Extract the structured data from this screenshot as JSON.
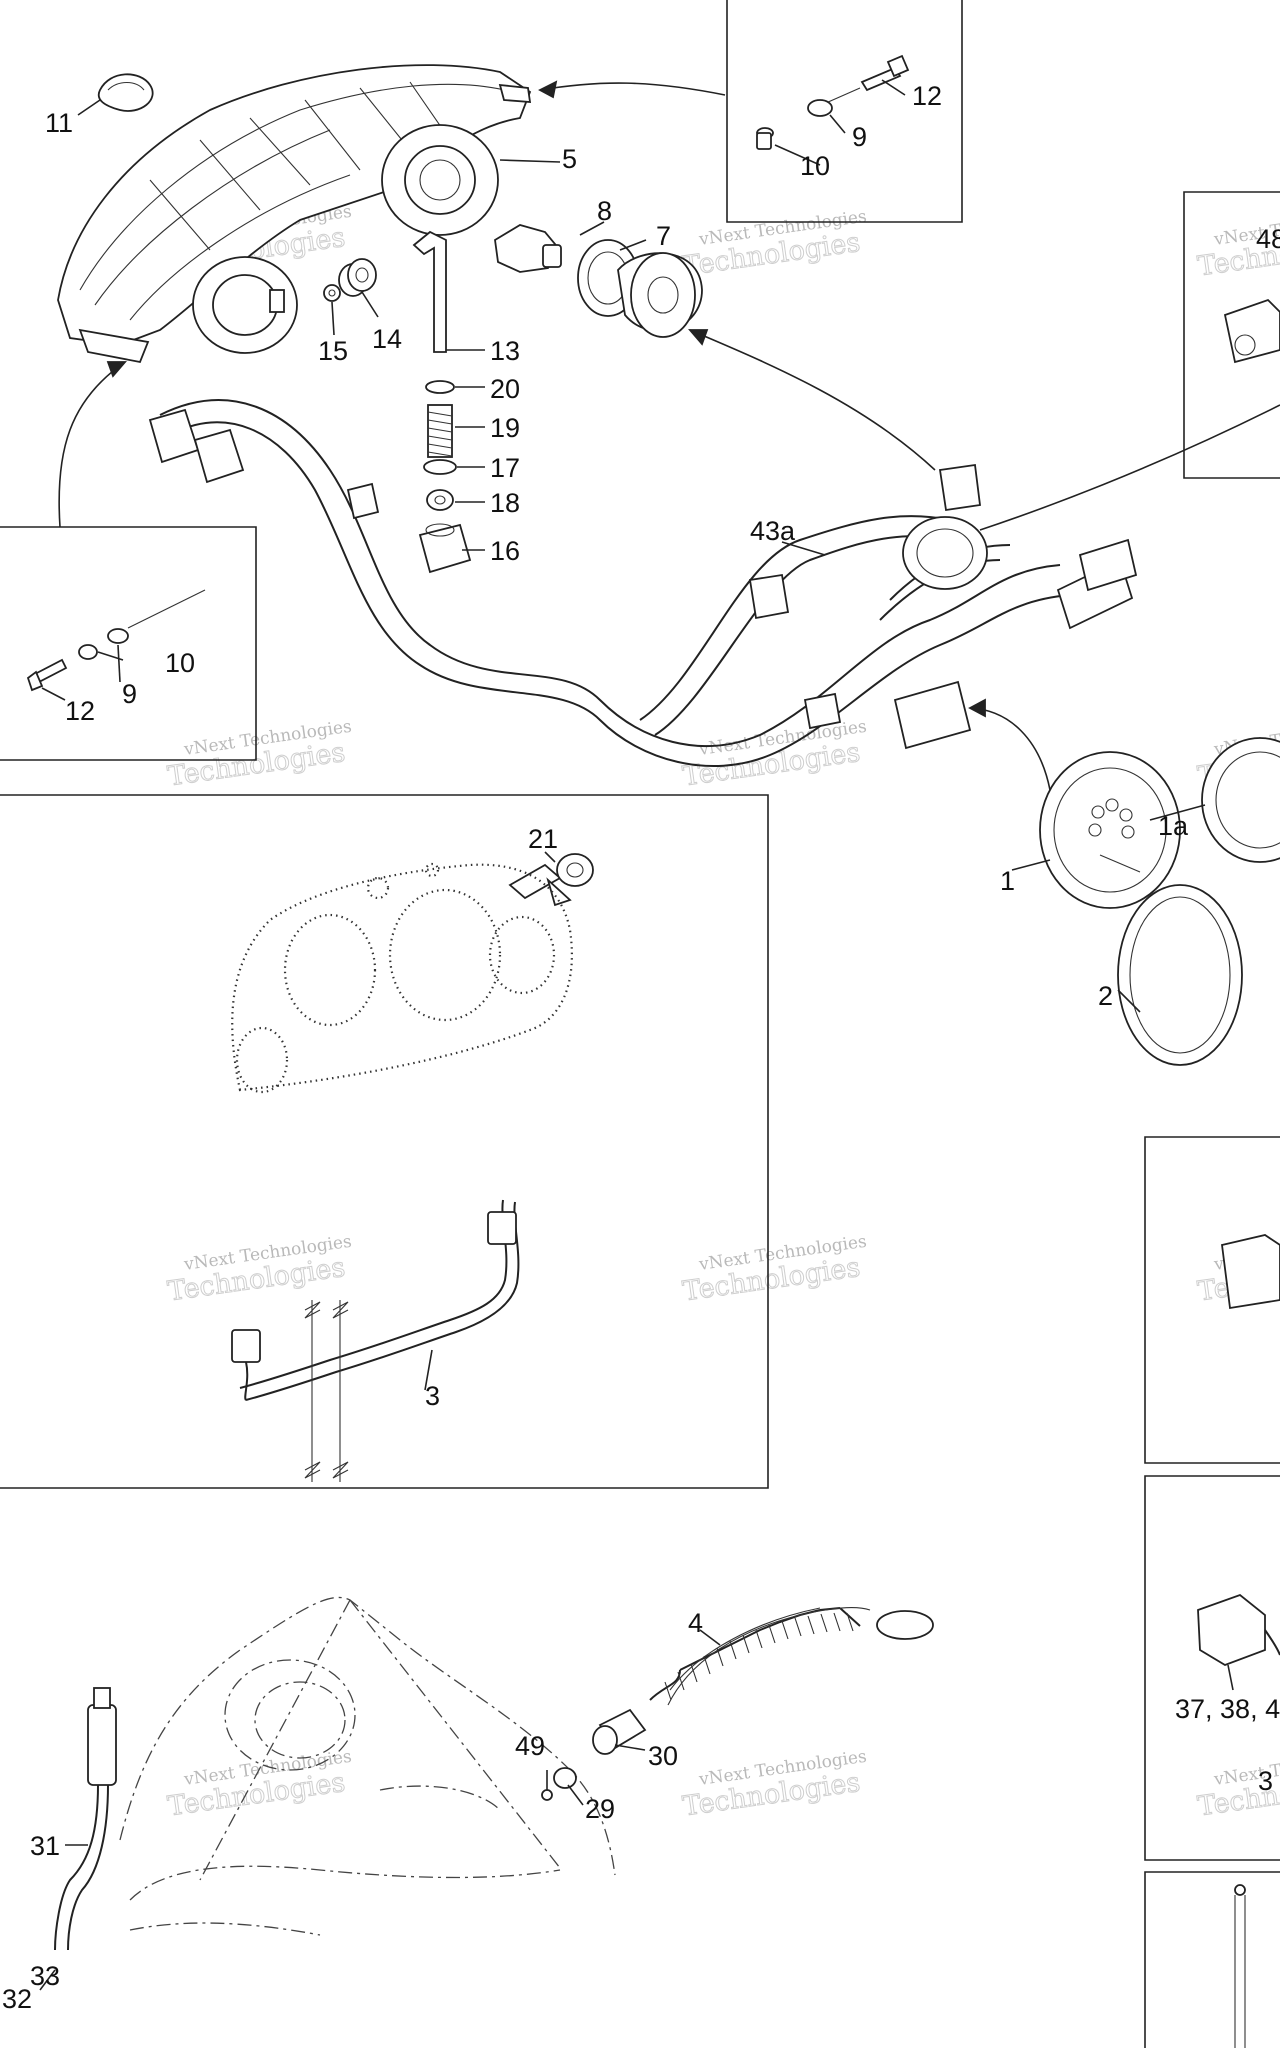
{
  "watermark": {
    "line1": "vNext Technologies",
    "line2": "Technologies"
  },
  "callouts": {
    "c1": "1",
    "c1a": "1a",
    "c2": "2",
    "c3": "3",
    "c4": "4",
    "c5": "5",
    "c7": "7",
    "c8": "8",
    "c9a": "9",
    "c9b": "9",
    "c10a": "10",
    "c10b": "10",
    "c11": "11",
    "c12a": "12",
    "c12b": "12",
    "c13": "13",
    "c14": "14",
    "c15": "15",
    "c16": "16",
    "c17": "17",
    "c18": "18",
    "c19": "19",
    "c20": "20",
    "c21": "21",
    "c29": "29",
    "c30": "30",
    "c31": "31",
    "c32": "32",
    "c33": "33",
    "c43a": "43a",
    "c49": "49",
    "c37": "37, 38, 4",
    "edge48": "48",
    "edge3": "3"
  }
}
